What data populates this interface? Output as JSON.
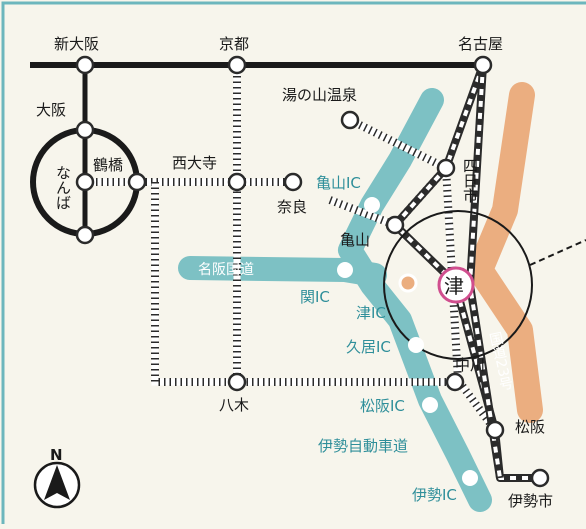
{
  "colors": {
    "background": "#f7f5ec",
    "frame": "#6cb6bd",
    "railway": "#2b2b2b",
    "expressway": "#7dc1c4",
    "national_route": "#ebae80",
    "tsu_highlight": "#d04e8e",
    "ic_text": "#2f8f9a"
  },
  "stations": {
    "shin_osaka": "新大阪",
    "kyoto": "京都",
    "nagoya": "名古屋",
    "osaka": "大阪",
    "tsuruhashi": "鶴橋",
    "namba": "なんば",
    "nishi_oji": "西大寺",
    "nara": "奈良",
    "yunoyama": "湯の山温泉",
    "yokkaichi": "四日市",
    "kameyama": "亀山",
    "tsu": "津",
    "nakagawa": "中川",
    "yagi": "八木",
    "matsusaka": "松阪",
    "iseshi": "伊勢市"
  },
  "interchanges": {
    "kameyama_ic": "亀山IC",
    "seki_ic": "関IC",
    "tsu_ic": "津IC",
    "hisai_ic": "久居IC",
    "matsusaka_ic": "松阪IC",
    "ise_ic": "伊勢IC"
  },
  "roads": {
    "meihan": "名阪国道",
    "ise_expressway": "伊勢自動車道",
    "route23": "国道23号"
  },
  "compass": {
    "north": "N"
  }
}
